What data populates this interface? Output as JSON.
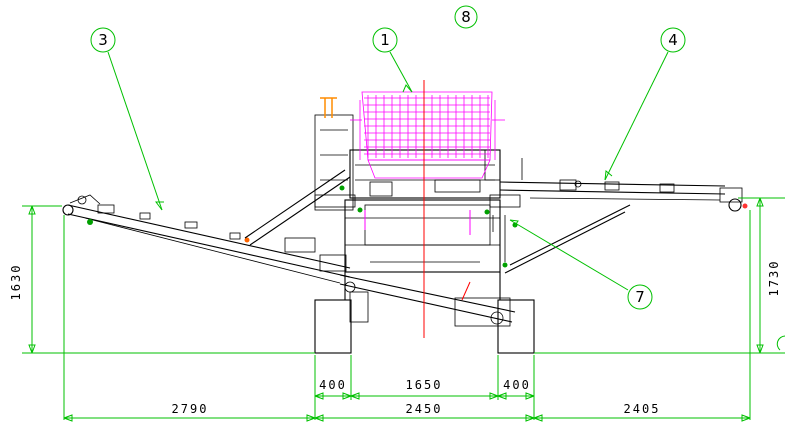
{
  "callouts": [
    "1",
    "3",
    "4",
    "7",
    "8"
  ],
  "dimensions": {
    "left_height": "1630",
    "right_height": "1730",
    "support_left": "400",
    "center_width": "1650",
    "support_right": "400",
    "left_span": "2790",
    "center_span": "2450",
    "right_span": "2405"
  },
  "colors": {
    "dimension_lines": "#00c000",
    "outline": "#000000",
    "hopper_screen": "#ff00ff",
    "center_line": "#ff0000",
    "component_accent": "#ff8c00"
  }
}
